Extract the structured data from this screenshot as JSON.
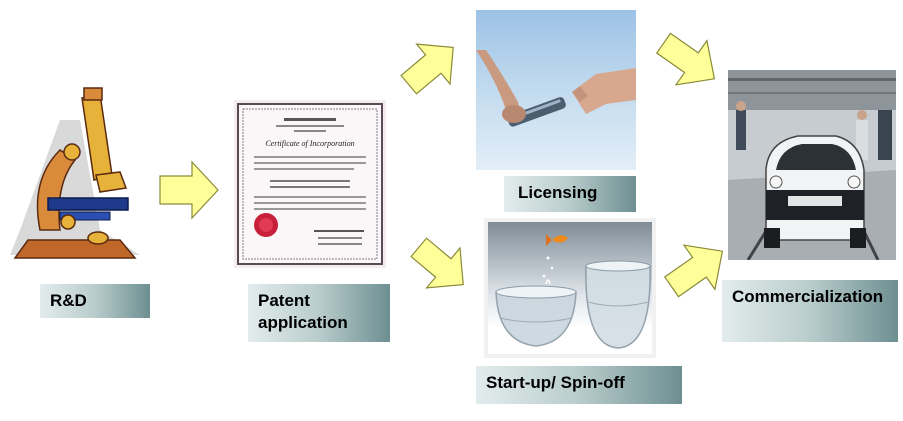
{
  "stages": {
    "rnd": "R&D",
    "patent": "Patent application",
    "licensing": "Licensing",
    "startup": "Start-up/ Spin-off",
    "commercialization": "Commercialization"
  },
  "certificate": {
    "title": "Certificate of Incorporation"
  },
  "colors": {
    "arrow_fill": "#ffff99",
    "arrow_stroke": "#8a8a3a",
    "label_gradient_start": "#e3ecec",
    "label_gradient_end": "#6d8f91"
  }
}
